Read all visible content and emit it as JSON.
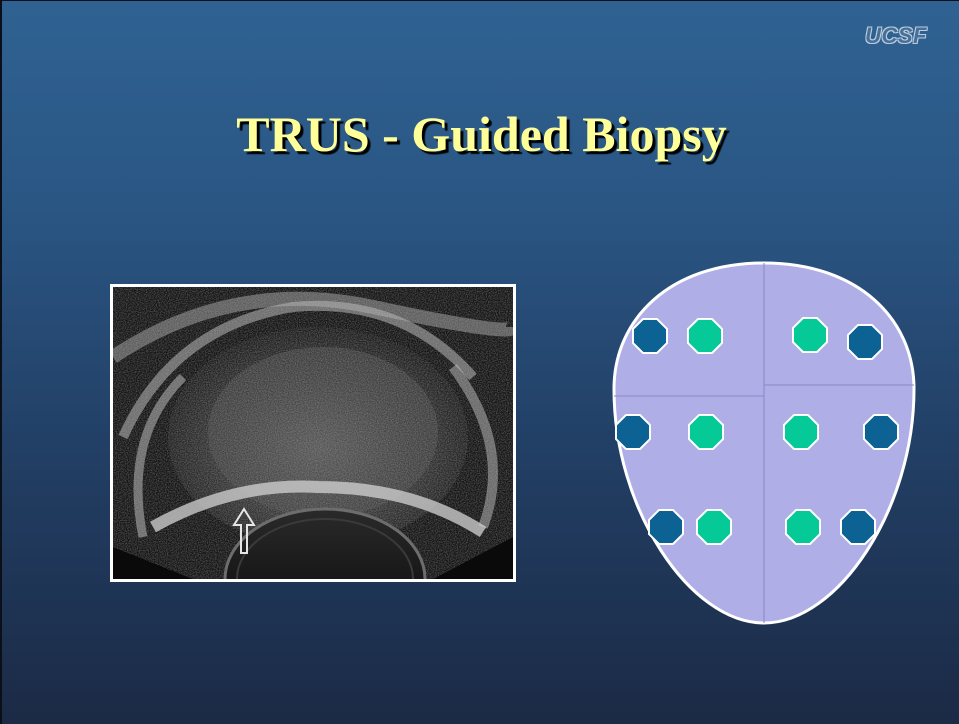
{
  "slide": {
    "logo": "UCSF",
    "title": "TRUS - Guided Biopsy"
  },
  "colors": {
    "title": "#ffff99",
    "gland_fill": "#b0aee6",
    "core_dark": "#0b6293",
    "core_light": "#05c996"
  },
  "biopsy_diagram": {
    "cores": [
      {
        "tone": "dark"
      },
      {
        "tone": "light"
      },
      {
        "tone": "light"
      },
      {
        "tone": "dark"
      },
      {
        "tone": "dark"
      },
      {
        "tone": "light"
      },
      {
        "tone": "light"
      },
      {
        "tone": "dark"
      },
      {
        "tone": "dark"
      },
      {
        "tone": "light"
      },
      {
        "tone": "light"
      },
      {
        "tone": "dark"
      }
    ]
  }
}
